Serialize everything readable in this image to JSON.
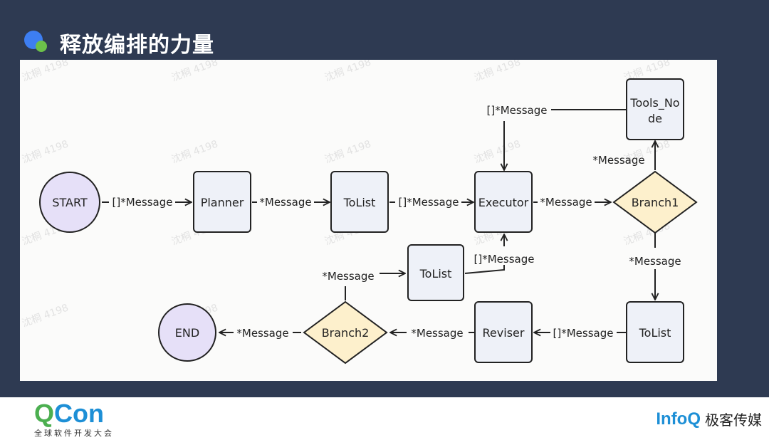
{
  "title": "释放编排的力量",
  "watermark": "沈桐 4198",
  "nodes": {
    "start": "START",
    "planner": "Planner",
    "tolist1": "ToList",
    "executor": "Executor",
    "branch1": "Branch1",
    "tools_line1": "Tools_No",
    "tools_line2": "de",
    "tolist2": "ToList",
    "reviser": "Reviser",
    "branch2": "Branch2",
    "end": "END",
    "tolist3": "ToList"
  },
  "edges": {
    "start_planner": "[]*Message",
    "planner_tolist": "*Message",
    "tolist_executor": "[]*Message",
    "executor_branch1": "*Message",
    "branch1_tools": "*Message",
    "tools_executor": "[]*Message",
    "branch1_tolist2": "*Message",
    "tolist2_reviser": "[]*Message",
    "reviser_branch2": "*Message",
    "branch2_end": "*Message",
    "branch2_tolist3": "*Message",
    "tolist3_executor": "[]*Message"
  },
  "footer": {
    "qcon_q": "Q",
    "qcon_rest": "Con",
    "qcon_sub": "全球软件开发大会",
    "infoq": "InfoQ",
    "infoq_cn": "极客传媒"
  },
  "colors": {
    "header_bg": "#2e3a52",
    "circle_fill": "#e6e0f8",
    "box_fill": "#eef1f8",
    "diamond_fill": "#fdf0cc",
    "stroke": "#222222"
  }
}
